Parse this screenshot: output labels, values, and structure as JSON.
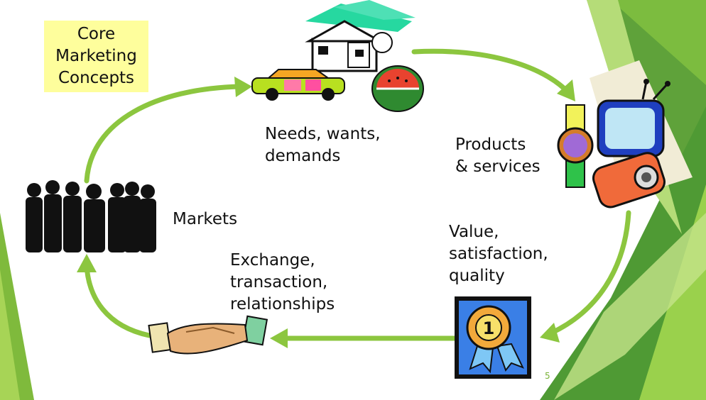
{
  "title": "Core\nMarketing\nConcepts",
  "labels": {
    "needs": "Needs, wants,\ndemands",
    "products": "Products\n& services",
    "value": "Value,\nsatisfaction,\nquality",
    "exchange": "Exchange,\ntransaction,\nrelationships",
    "markets": "Markets"
  },
  "badge_number": "1",
  "page_number": "5",
  "colors": {
    "arrow": "#8cc63f",
    "title_bg": "#fefe9c",
    "green_dark": "#3f8f2e",
    "green_light": "#a3d24b"
  },
  "icons": [
    "house-car-icon",
    "watermelon-icon",
    "tv-icon",
    "watch-icon",
    "camera-icon",
    "ribbon-award-icon",
    "handshake-icon",
    "people-silhouette-icon"
  ]
}
